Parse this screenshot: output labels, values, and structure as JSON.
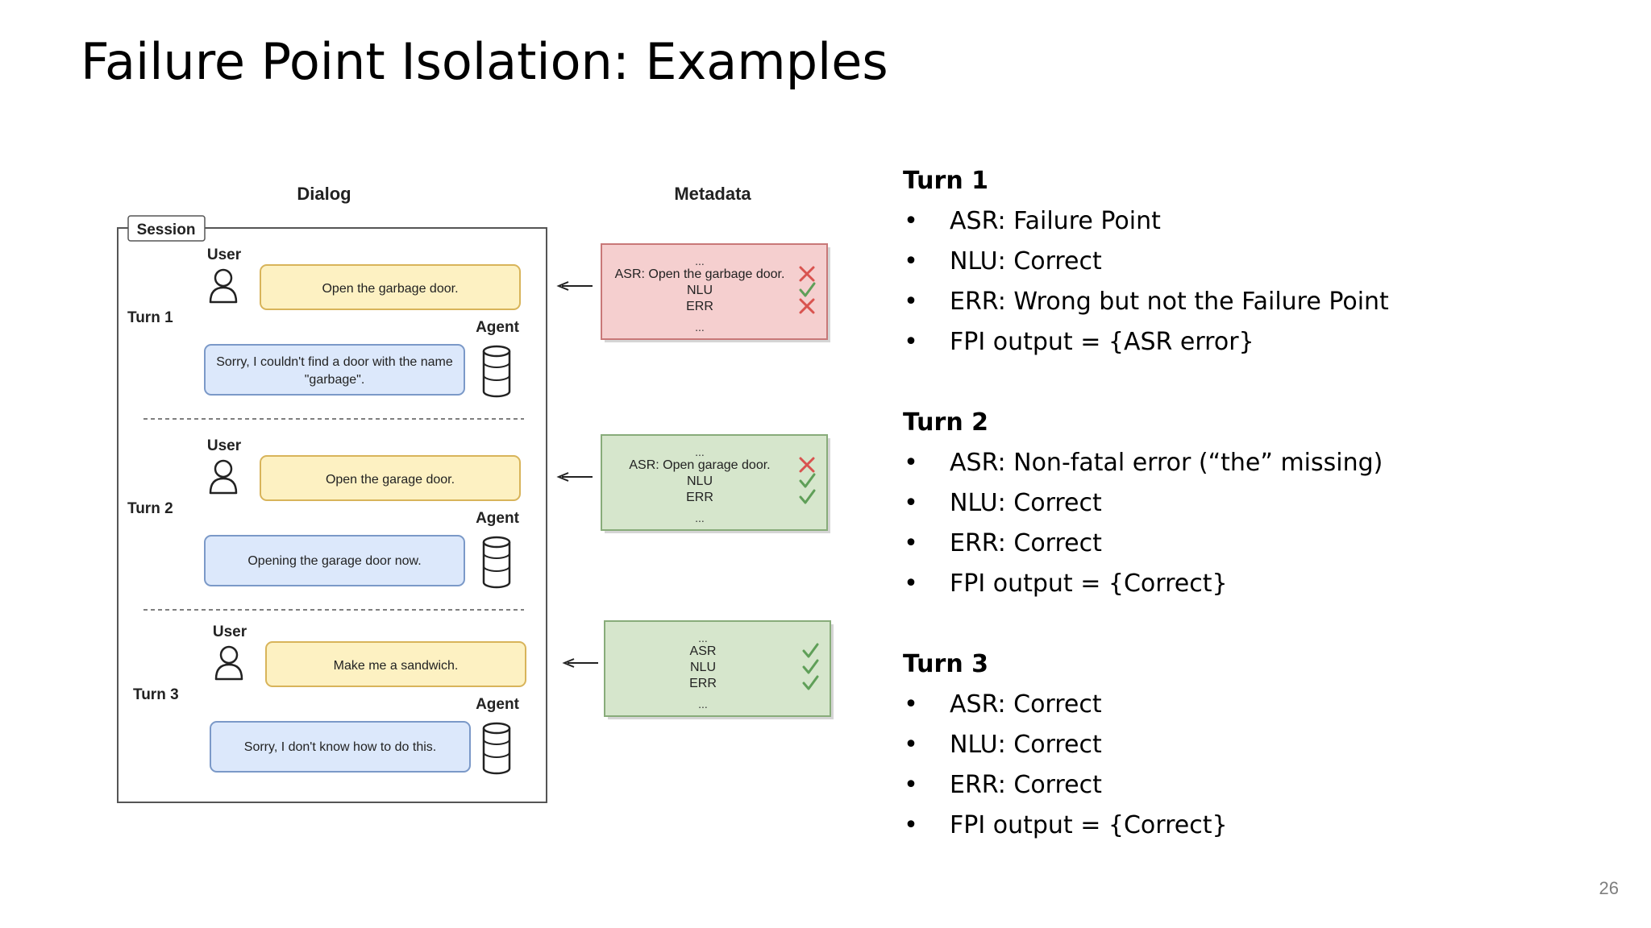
{
  "slide": {
    "title": "Failure Point Isolation: Examples",
    "page_number": "26"
  },
  "diagram": {
    "dialog_header": "Dialog",
    "metadata_header": "Metadata",
    "session_label": "Session",
    "user_label": "User",
    "agent_label": "Agent",
    "ellipsis": "...",
    "colors": {
      "user_bubble_fill": "#fdf1c2",
      "user_bubble_stroke": "#d8b45a",
      "agent_bubble_fill": "#dce8fb",
      "agent_bubble_stroke": "#7b99c8",
      "meta_fail_fill": "#f5cfcf",
      "meta_fail_stroke": "#c87878",
      "meta_ok_fill": "#d6e6cc",
      "meta_ok_stroke": "#88ac7a",
      "check": "#5f9f58",
      "cross": "#d9534f"
    },
    "turns": [
      {
        "label": "Turn 1",
        "user_text": "Open the garbage door.",
        "agent_lines": [
          "Sorry, I couldn't find a door with the name",
          "\"garbage\"."
        ],
        "metadata": [
          {
            "text": "ASR: Open the garbage door.",
            "status": "cross"
          },
          {
            "text": "NLU",
            "status": "check"
          },
          {
            "text": "ERR",
            "status": "cross"
          }
        ],
        "meta_box": "fail"
      },
      {
        "label": "Turn 2",
        "user_text": "Open the garage door.",
        "agent_lines": [
          "Opening the garage door now."
        ],
        "metadata": [
          {
            "text": "ASR: Open garage door.",
            "status": "cross"
          },
          {
            "text": "NLU",
            "status": "check"
          },
          {
            "text": "ERR",
            "status": "check"
          }
        ],
        "meta_box": "ok"
      },
      {
        "label": "Turn 3",
        "user_text": "Make me a sandwich.",
        "agent_lines": [
          "Sorry, I don't know how to do this."
        ],
        "metadata": [
          {
            "text": "ASR",
            "status": "check"
          },
          {
            "text": "NLU",
            "status": "check"
          },
          {
            "text": "ERR",
            "status": "check"
          }
        ],
        "meta_box": "ok"
      }
    ]
  },
  "summary": [
    {
      "heading": "Turn 1",
      "bullets": [
        "ASR: Failure Point",
        "NLU: Correct",
        "ERR: Wrong but not the Failure Point",
        "FPI output = {ASR error}"
      ]
    },
    {
      "heading": "Turn 2",
      "bullets": [
        "ASR: Non-fatal error (“the” missing)",
        "NLU: Correct",
        "ERR: Correct",
        "FPI output = {Correct}"
      ]
    },
    {
      "heading": "Turn 3",
      "bullets": [
        "ASR: Correct",
        "NLU: Correct",
        "ERR: Correct",
        "FPI output = {Correct}"
      ]
    }
  ],
  "bullet_glyph": "•"
}
